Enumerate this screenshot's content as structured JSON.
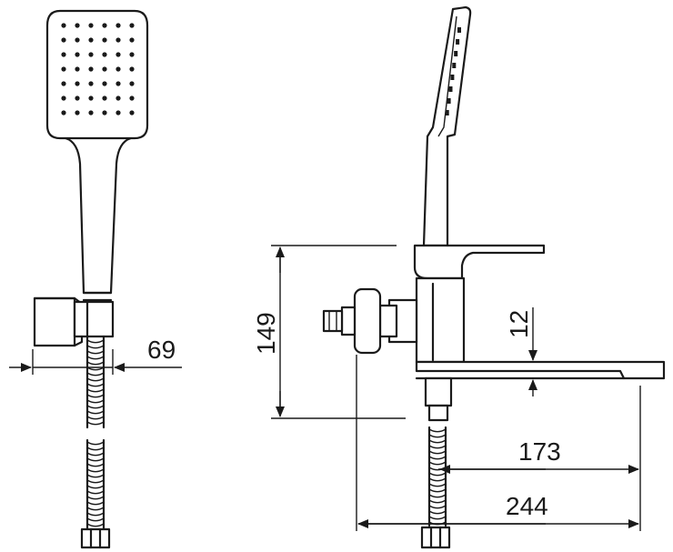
{
  "dimensions": {
    "bracket_offset": "69",
    "body_height": "149",
    "spout_thickness": "12",
    "spout_reach": "173",
    "total_reach": "244"
  },
  "colors": {
    "line": "#1a1a1a",
    "background": "#ffffff"
  },
  "icons": [
    "arrowhead-icon"
  ]
}
